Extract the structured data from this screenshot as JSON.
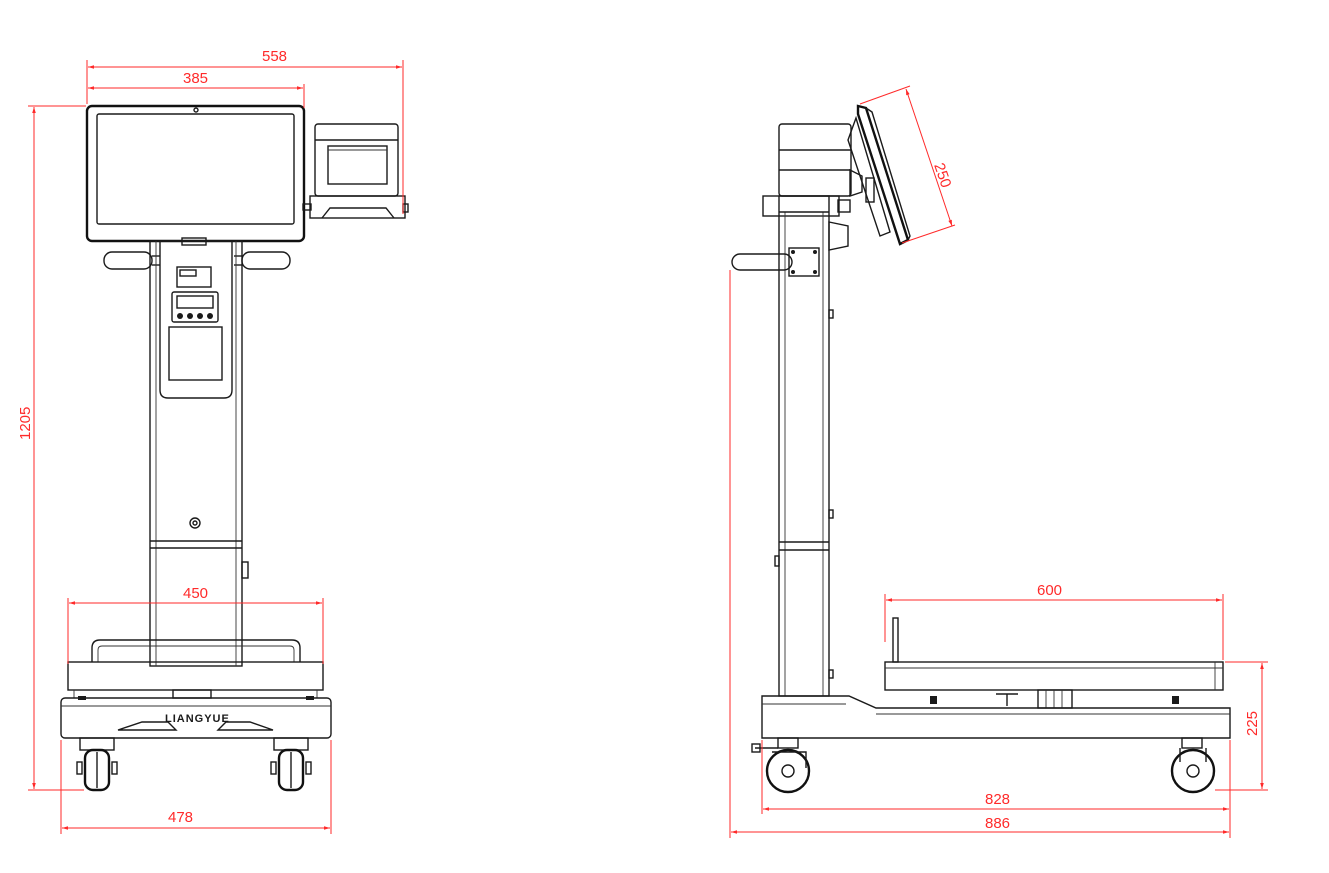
{
  "front_view": {
    "brand_label": "LIANGYUE",
    "dimensions": {
      "total_width": "558",
      "screen_width": "385",
      "total_height": "1205",
      "platform_width": "450",
      "base_width": "478"
    }
  },
  "side_view": {
    "dimensions": {
      "screen_height": "250",
      "platform_length": "600",
      "platform_height": "225",
      "base_length": "828",
      "total_length": "886"
    }
  },
  "colors": {
    "dimension_line": "#ff2a2a",
    "drawing_line": "#1a1a1a",
    "background": "#ffffff"
  }
}
